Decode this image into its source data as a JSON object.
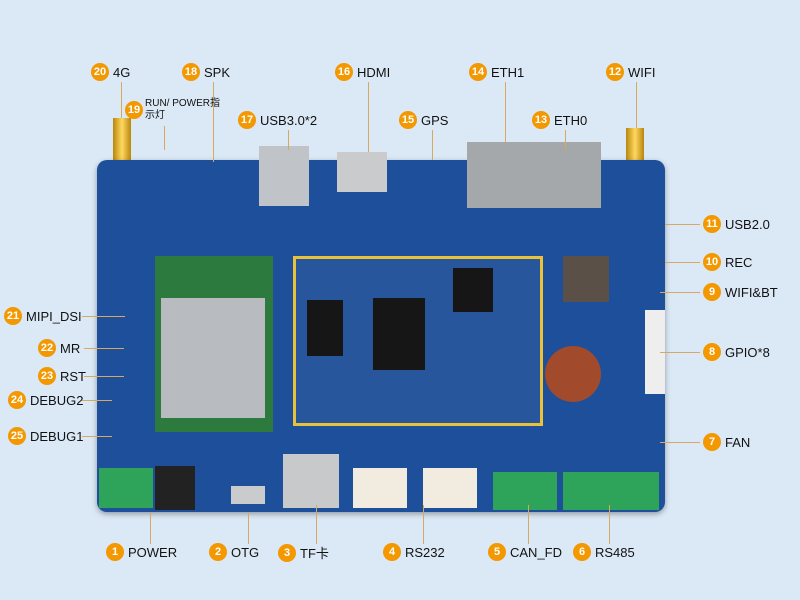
{
  "callouts": [
    {
      "n": "1",
      "label": "POWER"
    },
    {
      "n": "2",
      "label": "OTG"
    },
    {
      "n": "3",
      "label": "TF卡"
    },
    {
      "n": "4",
      "label": "RS232"
    },
    {
      "n": "5",
      "label": "CAN_FD"
    },
    {
      "n": "6",
      "label": "RS485"
    },
    {
      "n": "7",
      "label": "FAN"
    },
    {
      "n": "8",
      "label": "GPIO*8"
    },
    {
      "n": "9",
      "label": "WIFI&BT"
    },
    {
      "n": "10",
      "label": "REC"
    },
    {
      "n": "11",
      "label": "USB2.0"
    },
    {
      "n": "12",
      "label": "WIFI"
    },
    {
      "n": "13",
      "label": "ETH0"
    },
    {
      "n": "14",
      "label": "ETH1"
    },
    {
      "n": "15",
      "label": "GPS"
    },
    {
      "n": "16",
      "label": "HDMI"
    },
    {
      "n": "17",
      "label": "USB3.0*2"
    },
    {
      "n": "18",
      "label": "SPK"
    },
    {
      "n": "19",
      "label": "RUN/ POWER指示灯"
    },
    {
      "n": "20",
      "label": "4G"
    },
    {
      "n": "21",
      "label": "MIPI_DSI"
    },
    {
      "n": "22",
      "label": "MR"
    },
    {
      "n": "23",
      "label": "RST"
    },
    {
      "n": "24",
      "label": "DEBUG2"
    },
    {
      "n": "25",
      "label": "DEBUG1"
    }
  ],
  "colors": {
    "badge": "#f39800",
    "board": "#1d4f9a",
    "background": "#dbe9f7"
  }
}
